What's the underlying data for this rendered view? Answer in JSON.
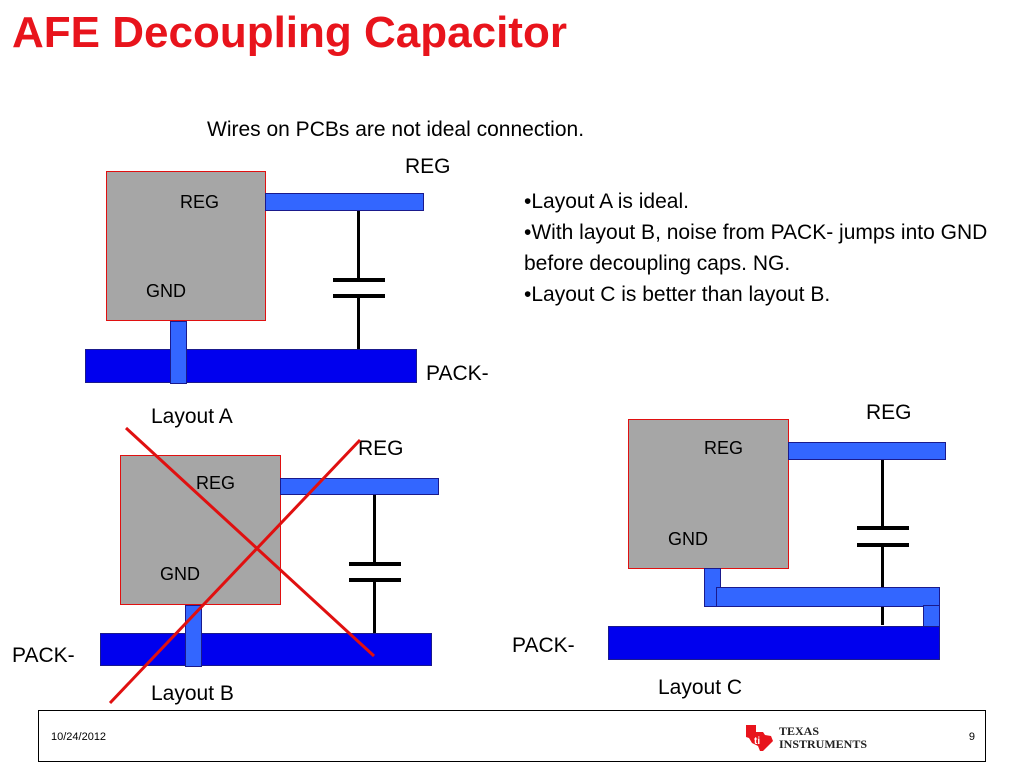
{
  "slide": {
    "title": "AFE Decoupling Capacitor",
    "subtitle": "Wires on PCBs are not ideal connection.",
    "bullets": [
      "•Layout A is ideal.",
      "•With layout B, noise from PACK- jumps into GND before decoupling caps. NG.",
      "•Layout C is better than layout B."
    ]
  },
  "layout_a": {
    "reg_net": "REG",
    "chip_reg": "REG",
    "chip_gnd": "GND",
    "pack": "PACK-",
    "caption": "Layout A"
  },
  "layout_b": {
    "reg_net": "REG",
    "chip_reg": "REG",
    "chip_gnd": "GND",
    "pack": "PACK-",
    "caption": "Layout B"
  },
  "layout_c": {
    "reg_net": "REG",
    "chip_reg": "REG",
    "chip_gnd": "GND",
    "pack": "PACK-",
    "caption": "Layout C"
  },
  "footer": {
    "date": "10/24/2012",
    "page": "9",
    "logo_line1": "Texas",
    "logo_line2": "Instruments"
  },
  "colors": {
    "title": "#e8141c",
    "trace": "#3366ff",
    "plane": "#0000ee",
    "chip": "#a6a6a6",
    "cross": "#e01010"
  }
}
